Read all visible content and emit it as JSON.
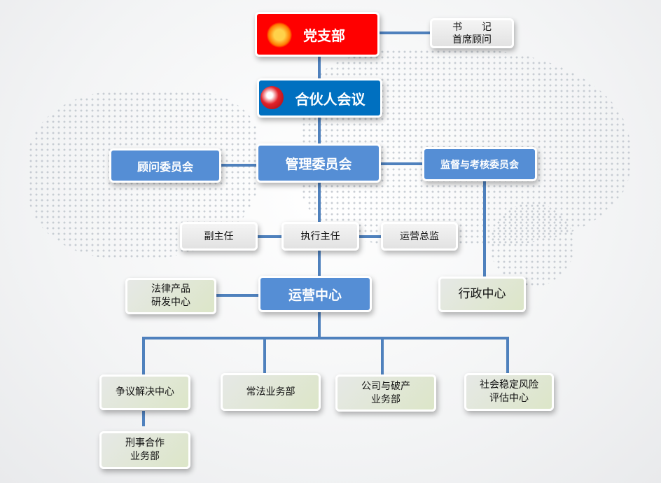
{
  "party": {
    "label": "党支部",
    "icon": "hammer-sickle-icon"
  },
  "secretary": {
    "line1": "书　　记",
    "line2": "首席顾问"
  },
  "partners": {
    "label": "合伙人会议",
    "icon": "firm-logo-icon"
  },
  "management": {
    "label": "管理委员会"
  },
  "advisory": {
    "label": "顾问委员会"
  },
  "supervision": {
    "label": "监督与考核委员会"
  },
  "deputy": {
    "label": "副主任"
  },
  "executive": {
    "label": "执行主任"
  },
  "ops_director": {
    "label": "运营总监"
  },
  "ops_center": {
    "label": "运营中心"
  },
  "legal_rd": {
    "line1": "法律产品",
    "line2": "研发中心"
  },
  "admin": {
    "label": "行政中心"
  },
  "depts": [
    {
      "line1": "争议解决中心",
      "line2": ""
    },
    {
      "line1": "常法业务部",
      "line2": ""
    },
    {
      "line1": "公司与破产",
      "line2": "业务部"
    },
    {
      "line1": "社会稳定风险",
      "line2": "评估中心"
    }
  ],
  "criminal": {
    "line1": "刑事合作",
    "line2": "业务部"
  },
  "colors": {
    "red": "#ff0000",
    "dark_blue": "#0070c0",
    "blue": "#558ed5",
    "line": "#4f81bd"
  }
}
